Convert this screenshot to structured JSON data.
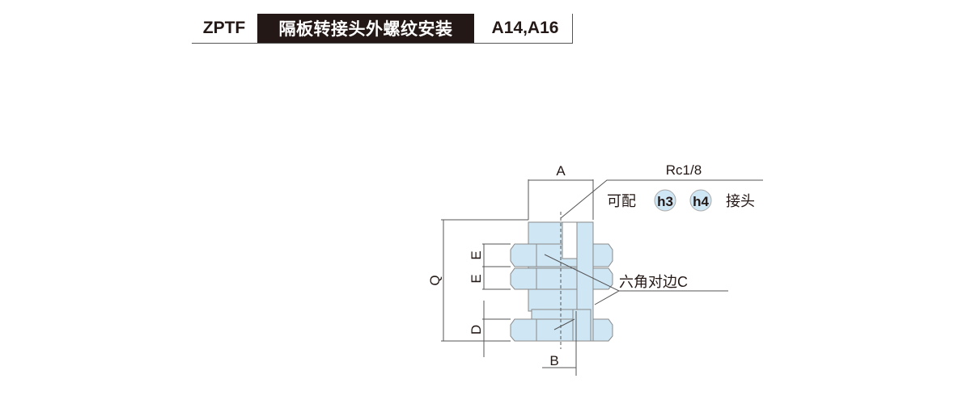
{
  "header": {
    "code": "ZPTF",
    "title": "隔板转接头外螺纹安装",
    "models": "A14,A16"
  },
  "diagram": {
    "dim_a": "A",
    "dim_b": "B",
    "dim_q": "Q",
    "dim_e1": "E",
    "dim_e2": "E",
    "dim_d": "D",
    "thread": "Rc1/8",
    "compat_prefix": "可配",
    "compat_h3": "h3",
    "compat_h4": "h4",
    "compat_suffix": "接头",
    "hex_label": "六角对边C",
    "fill_color": "#cfe6f5"
  }
}
